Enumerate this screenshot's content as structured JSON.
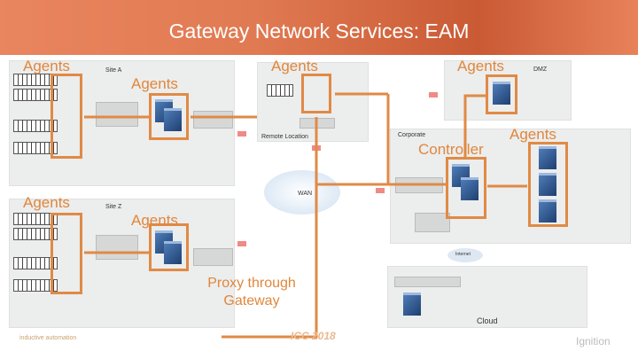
{
  "title": "Gateway Network Services: EAM",
  "labels": {
    "agents": "Agents",
    "controller": "Controller",
    "proxy": "Proxy through Gateway"
  },
  "panels": {
    "site_a": "Site A",
    "site_z": "Site Z",
    "remote": "Remote Location",
    "dmz": "DMZ",
    "corporate": "Corporate",
    "cloud": "Cloud",
    "wan": "WAN",
    "internet": "Internet"
  },
  "footer": {
    "left_logo": "inductive automation",
    "center_logo": "ICC 2018",
    "right_logo": "Ignition"
  },
  "colors": {
    "accent": "#e08a45",
    "header": "#e07a52"
  }
}
